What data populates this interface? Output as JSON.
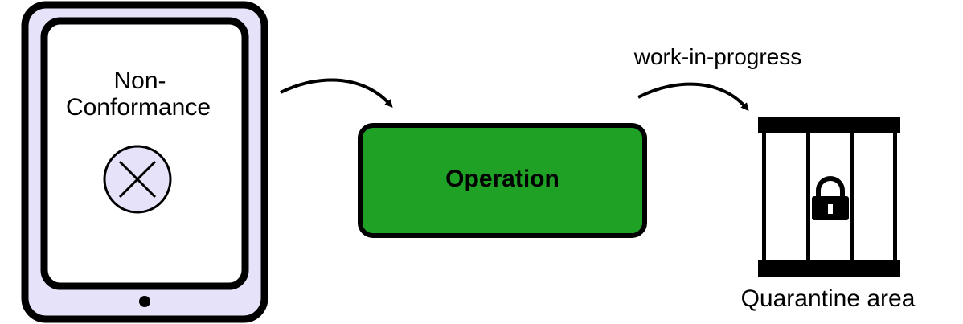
{
  "tablet": {
    "title_line1": "Non-",
    "title_line2": "Conformance",
    "status_icon": "x-circle-icon",
    "frame_fill": "#e6e2fa",
    "screen_fill": "#ffffff",
    "icon_fill": "#e6e2fa"
  },
  "arrow_to_operation": {
    "icon": "curved-arrow-icon"
  },
  "operation": {
    "label": "Operation",
    "fill": "#1fa125"
  },
  "arrow_to_quarantine": {
    "label": "work-in-progress",
    "icon": "curved-arrow-icon"
  },
  "quarantine": {
    "label": "Quarantine area",
    "icon": "padlock-icon",
    "cage_icon": "cage-icon"
  },
  "colors": {
    "stroke": "#000000",
    "background": "#ffffff"
  }
}
